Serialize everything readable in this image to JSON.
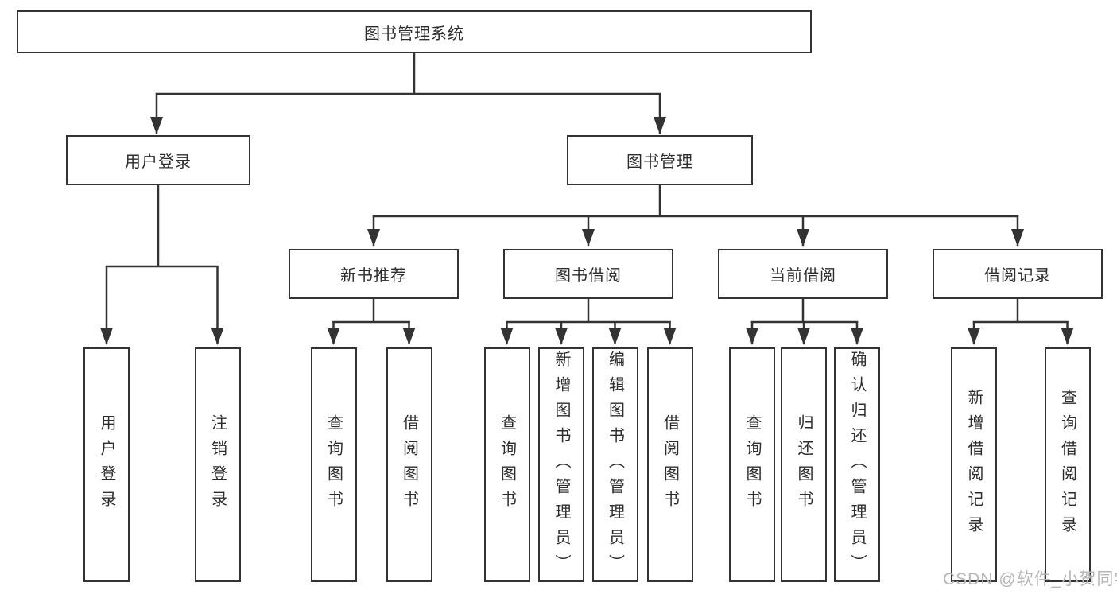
{
  "tree": {
    "label": "图书管理系统",
    "children": [
      {
        "label": "用户登录",
        "children": [
          {
            "label": "用户登录"
          },
          {
            "label": "注销登录"
          }
        ]
      },
      {
        "label": "图书管理",
        "children": [
          {
            "label": "新书推荐",
            "children": [
              {
                "label": "查询图书"
              },
              {
                "label": "借阅图书"
              }
            ]
          },
          {
            "label": "图书借阅",
            "children": [
              {
                "label": "查询图书"
              },
              {
                "label": "新增图书（管理员）"
              },
              {
                "label": "编辑图书（管理员）"
              },
              {
                "label": "借阅图书"
              }
            ]
          },
          {
            "label": "当前借阅",
            "children": [
              {
                "label": "查询图书"
              },
              {
                "label": "归还图书"
              },
              {
                "label": "确认归还（管理员）"
              }
            ]
          },
          {
            "label": "借阅记录",
            "children": [
              {
                "label": "新增借阅记录"
              },
              {
                "label": "查询借阅记录"
              }
            ]
          }
        ]
      }
    ]
  },
  "watermark": {
    "text": "CSDN @软件_小贺同学"
  },
  "colors": {
    "line": "#333333",
    "box_border": "#333333",
    "text": "#2d2d2d",
    "watermark": "#b6b6b6",
    "background": "#ffffff"
  }
}
